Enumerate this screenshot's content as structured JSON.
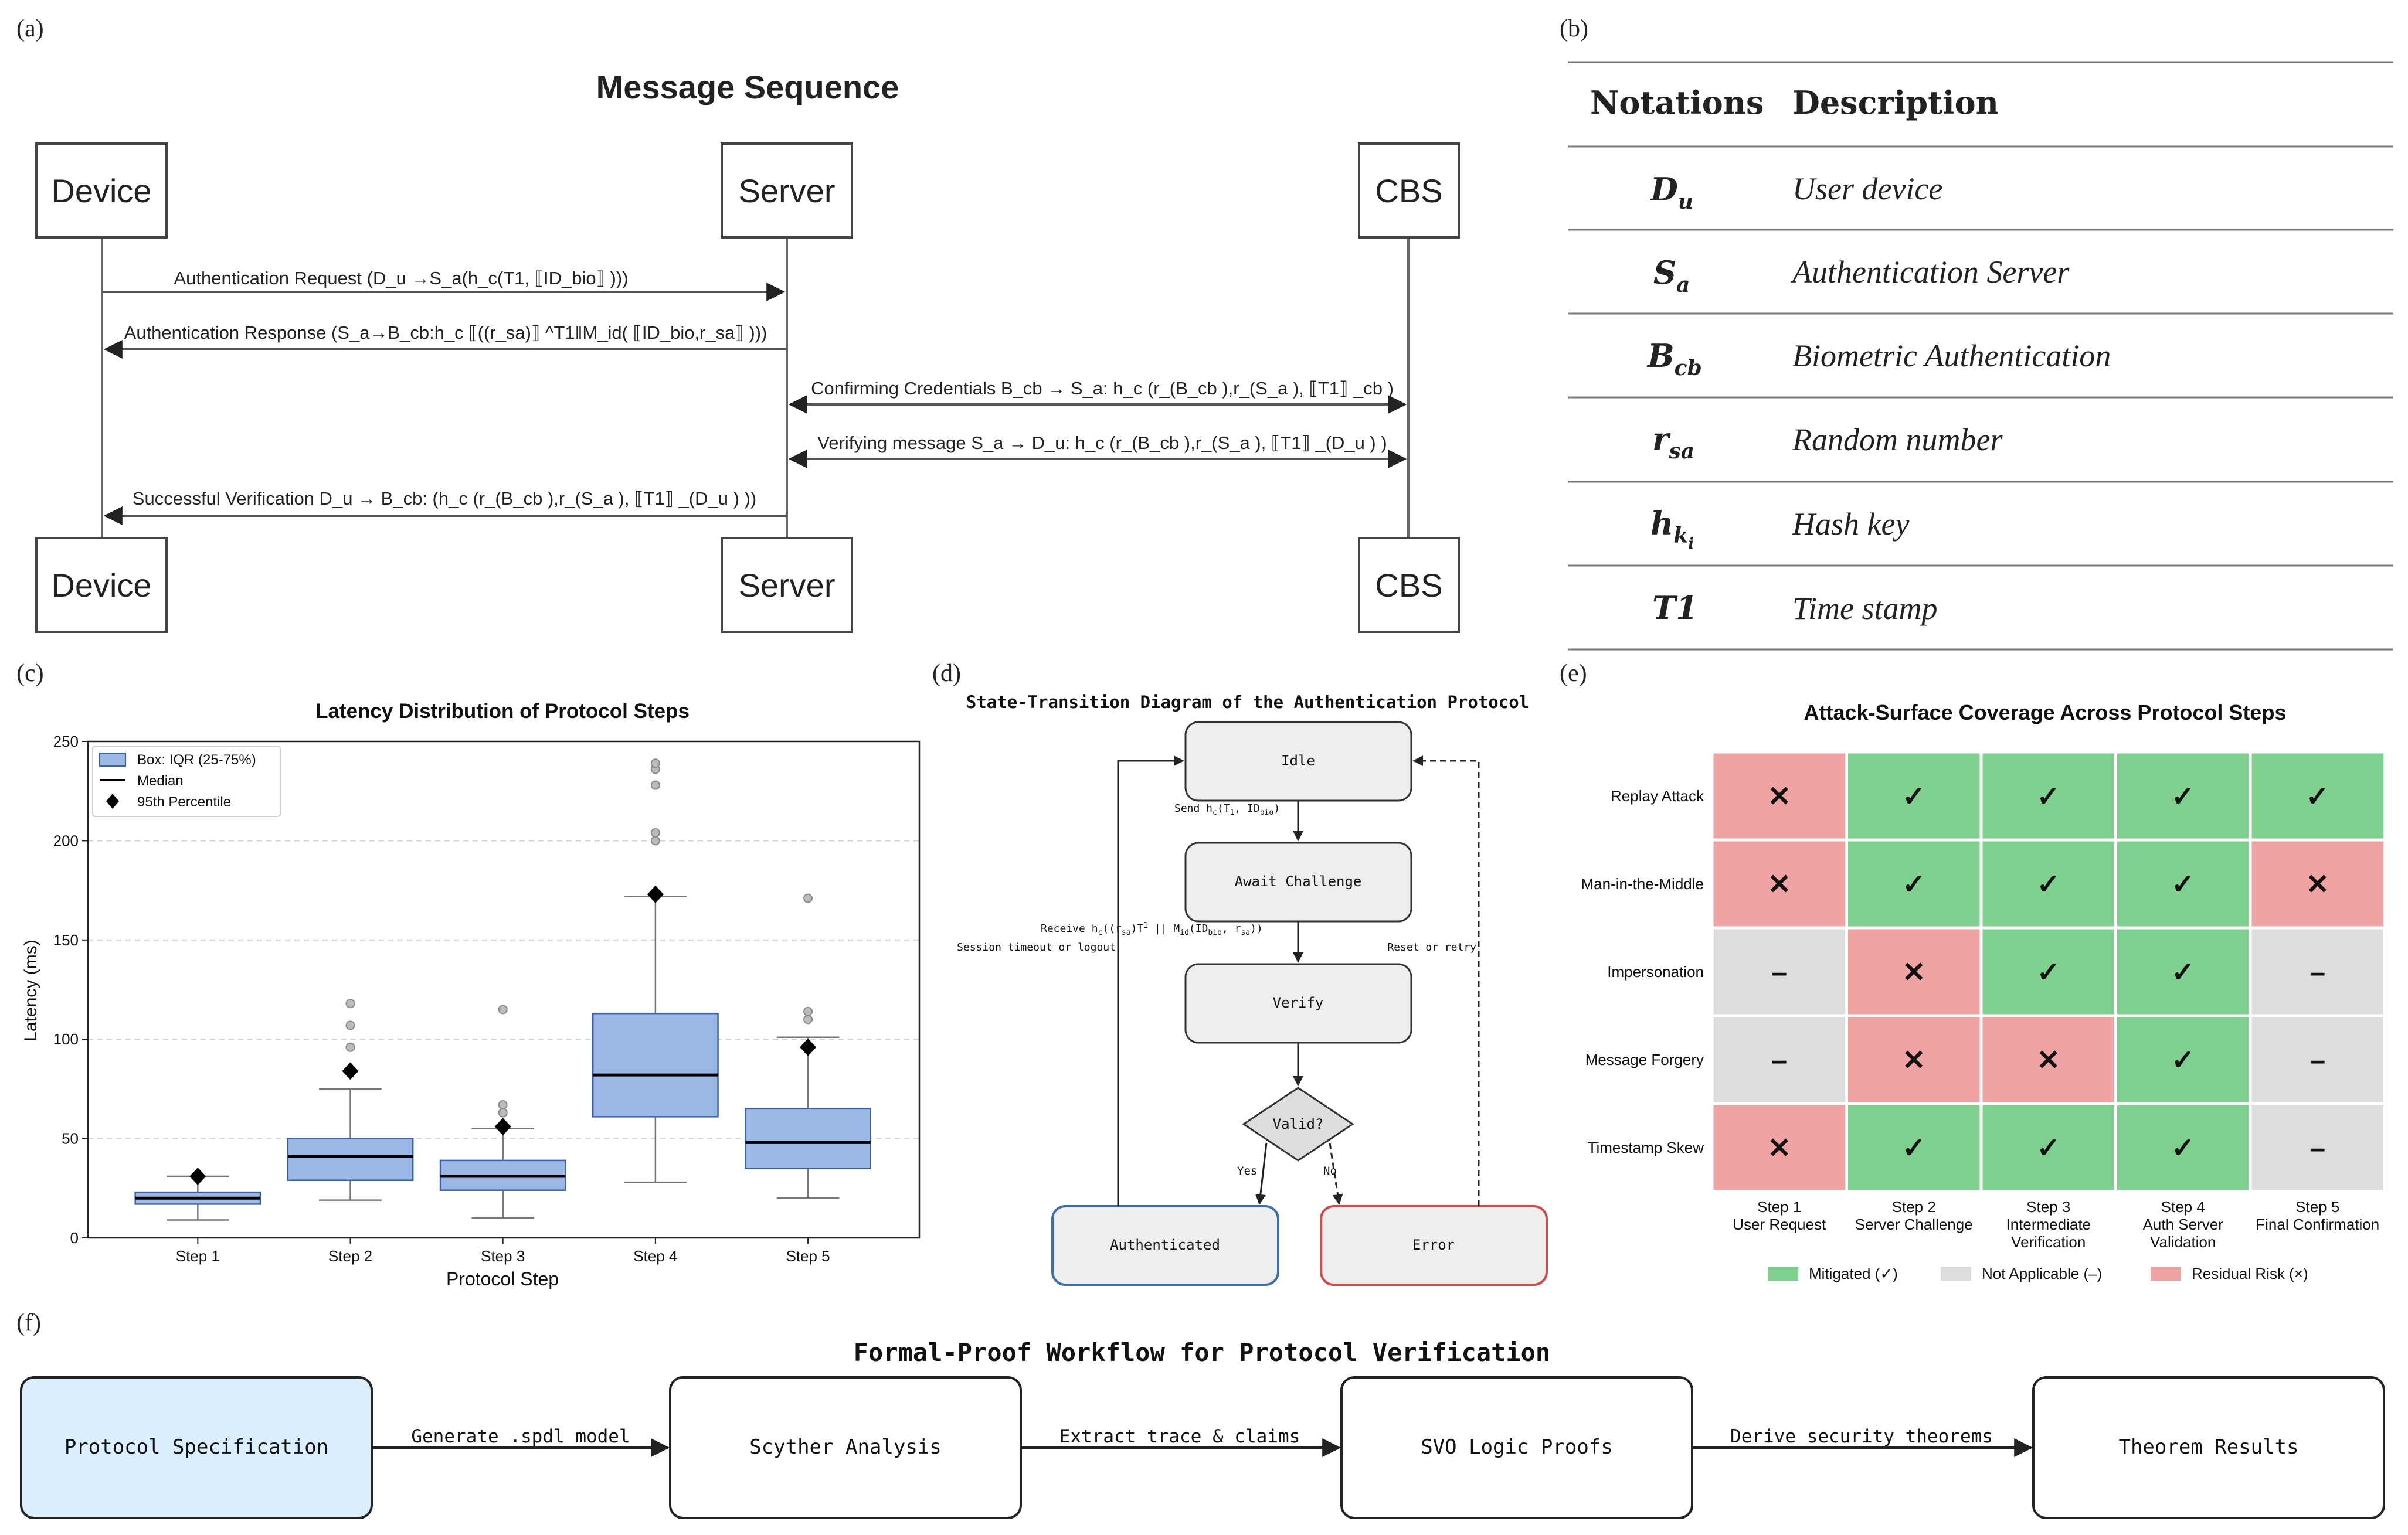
{
  "panels": {
    "a": "(a)",
    "b": "(b)",
    "c": "(c)",
    "d": "(d)",
    "e": "(e)",
    "f": "(f)"
  },
  "sequence": {
    "title": "Message Sequence",
    "actors": [
      "Device",
      "Server",
      "CBS"
    ],
    "messages": [
      "Authentication Request (D_u →S_a(h_c(T1, ⟦ID_bio⟧ )))",
      "Authentication Response (S_a→B_cb:h_c ⟦((r_sa)⟧ ^T1‖M_id( ⟦ID_bio,r_sa⟧ )))",
      "Confirming Credentials B_cb → S_a: h_c (r_(B_cb ),r_(S_a ), ⟦T1⟧ _cb )",
      "Verifying message S_a → D_u: h_c (r_(B_cb ),r_(S_a ), ⟦T1⟧ _(D_u ) )",
      "Successful Verification D_u → B_cb: (h_c (r_(B_cb ),r_(S_a ), ⟦T1⟧ _(D_u ) ))"
    ]
  },
  "notation": {
    "headers": [
      "Notations",
      "Description"
    ],
    "rows": [
      {
        "sym": "D",
        "sub": "u",
        "desc": "User device"
      },
      {
        "sym": "S",
        "sub": "a",
        "desc": "Authentication Server"
      },
      {
        "sym": "B",
        "sub": "cb",
        "desc": "Biometric Authentication"
      },
      {
        "sym": "r",
        "sub": "sa",
        "desc": "Random number"
      },
      {
        "sym": "h",
        "sub": "k",
        "subsub": "i",
        "desc": "Hash key"
      },
      {
        "sym": "T1",
        "sub": "",
        "desc": "Time stamp"
      }
    ]
  },
  "chart_data": {
    "type": "box",
    "title": "Latency Distribution of Protocol Steps",
    "xlabel": "Protocol Step",
    "ylabel": "Latency (ms)",
    "ylim": [
      0,
      250
    ],
    "yticks": [
      0,
      50,
      100,
      150,
      200,
      250
    ],
    "grid": true,
    "legend_position": "top-left",
    "legend": [
      "Box: IQR (25-75%)",
      "Median",
      "95th Percentile"
    ],
    "categories": [
      "Step 1",
      "Step 2",
      "Step 3",
      "Step 4",
      "Step 5"
    ],
    "boxes": [
      {
        "q1": 17,
        "median": 20,
        "q3": 23,
        "whisker_low": 9,
        "whisker_high": 31,
        "p95": 31,
        "outliers": []
      },
      {
        "q1": 29,
        "median": 41,
        "q3": 50,
        "whisker_low": 19,
        "whisker_high": 75,
        "p95": 84,
        "outliers": [
          96,
          107,
          118
        ]
      },
      {
        "q1": 24,
        "median": 31,
        "q3": 39,
        "whisker_low": 10,
        "whisker_high": 55,
        "p95": 56,
        "outliers": [
          63,
          67,
          115
        ]
      },
      {
        "q1": 61,
        "median": 82,
        "q3": 113,
        "whisker_low": 28,
        "whisker_high": 172,
        "p95": 173,
        "outliers": [
          200,
          204,
          228,
          236,
          239
        ]
      },
      {
        "q1": 35,
        "median": 48,
        "q3": 65,
        "whisker_low": 20,
        "whisker_high": 101,
        "p95": 96,
        "outliers": [
          110,
          114,
          171
        ]
      }
    ],
    "colors": {
      "box": "#9bb8e6",
      "box_edge": "#3a62a8",
      "median": "#000000",
      "marker": "#000000",
      "outlier": "#999999"
    }
  },
  "state_diagram": {
    "title": "State-Transition Diagram of the Authentication Protocol",
    "states": {
      "idle": "Idle",
      "await": "Await Challenge",
      "verify": "Verify",
      "valid": "Valid?",
      "auth": "Authenticated",
      "error": "Error"
    },
    "labels": {
      "send": "Send h",
      "send_sub1": "c",
      "send_mid": "(T",
      "send_sub2": "1",
      "send_mid2": ", ID",
      "send_sub3": "bio",
      "send_end": ")",
      "receive": "Receive h",
      "receive_sub1": "c",
      "receive_mid": "((r",
      "receive_sub2": "sa",
      "receive_mid2": ")T",
      "receive_sup": "1",
      "receive_mid3": " || M",
      "receive_sub3": "id",
      "receive_mid4": "(ID",
      "receive_sub4": "bio",
      "receive_mid5": ", r",
      "receive_sub5": "sa",
      "receive_end": "))",
      "timeout": "Session timeout or logout",
      "reset": "Reset or retry",
      "yes": "Yes",
      "no": "No"
    },
    "colors": {
      "auth_border": "#3d6fb0",
      "error_border": "#d24a4a"
    }
  },
  "heatmap": {
    "title": "Attack-Surface Coverage Across Protocol Steps",
    "rows": [
      "Replay Attack",
      "Man-in-the-Middle",
      "Impersonation",
      "Message Forgery",
      "Timestamp Skew"
    ],
    "columns": [
      [
        "Step 1",
        "User Request"
      ],
      [
        "Step 2",
        "Server Challenge"
      ],
      [
        "Step 3",
        "Intermediate",
        "Verification"
      ],
      [
        "Step 4",
        "Auth Server",
        "Validation"
      ],
      [
        "Step 5",
        "Final Confirmation"
      ]
    ],
    "values": [
      [
        "R",
        "M",
        "M",
        "M",
        "M"
      ],
      [
        "R",
        "M",
        "M",
        "M",
        "R"
      ],
      [
        "N",
        "R",
        "M",
        "M",
        "N"
      ],
      [
        "N",
        "R",
        "R",
        "M",
        "N"
      ],
      [
        "R",
        "M",
        "M",
        "M",
        "N"
      ]
    ],
    "symbols": {
      "M": "✓",
      "R": "✕",
      "N": "–"
    },
    "legend": [
      {
        "key": "M",
        "label": "Mitigated (✓)"
      },
      {
        "key": "N",
        "label": "Not Applicable (–)"
      },
      {
        "key": "R",
        "label": "Residual Risk (×)"
      }
    ],
    "colors": {
      "M": "#7fd08f",
      "R": "#efa3a3",
      "N": "#dedede"
    }
  },
  "workflow": {
    "title": "Formal-Proof Workflow for Protocol Verification",
    "steps": [
      "Protocol Specification",
      "Scyther Analysis",
      "SVO Logic Proofs",
      "Theorem Results"
    ],
    "edges": [
      "Generate .spdl model",
      "Extract trace & claims",
      "Derive security theorems"
    ],
    "colors": {
      "first_fill": "#dcefff"
    }
  }
}
